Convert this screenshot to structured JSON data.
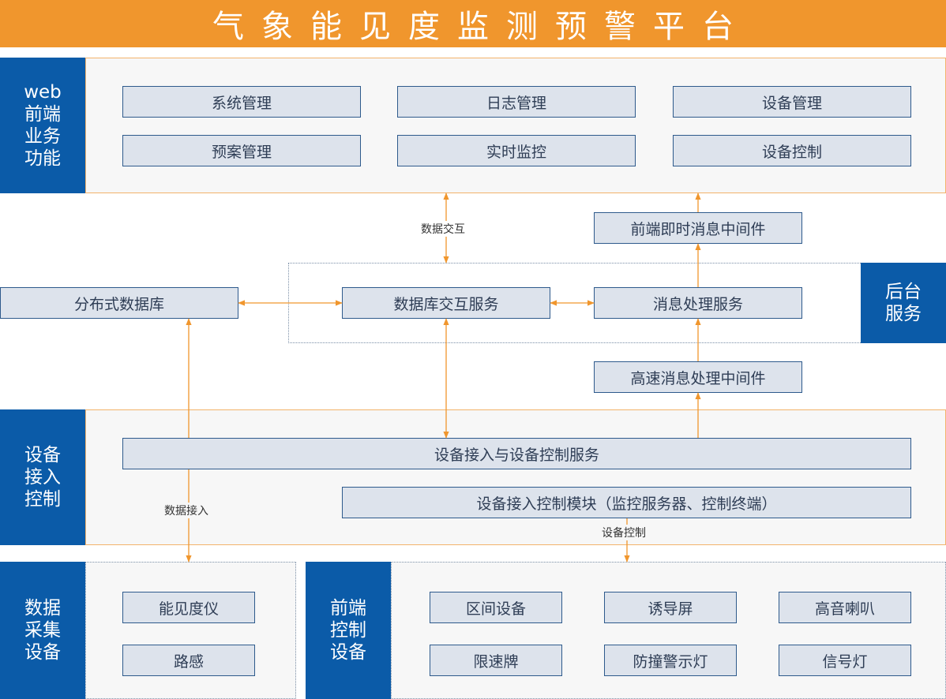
{
  "title": "气象能见度监测预警平台",
  "sections": {
    "web": {
      "label": "web\n前端\n业务\n功能",
      "modules": [
        "系统管理",
        "日志管理",
        "设备管理",
        "预案管理",
        "实时监控",
        "设备控制"
      ]
    },
    "backend": {
      "label": "后台\n服务",
      "database": "分布式数据库",
      "db_service": "数据库交互服务",
      "msg_service": "消息处理服务",
      "front_mw": "前端即时消息中间件",
      "high_mw": "高速消息处理中间件"
    },
    "access": {
      "label": "设备\n接入\n控制",
      "service": "设备接入与设备控制服务",
      "module": "设备接入控制模块（监控服务器、控制终端）"
    },
    "collect": {
      "label": "数据\n采集\n设备",
      "devices": [
        "能见度仪",
        "路感"
      ]
    },
    "frontend_devices": {
      "label": "前端\n控制\n设备",
      "devices": [
        "区间设备",
        "诱导屏",
        "高音喇叭",
        "限速牌",
        "防撞警示灯",
        "信号灯"
      ]
    }
  },
  "edge_labels": {
    "data_exchange": "数据交互",
    "data_access": "数据接入",
    "device_control": "设备控制"
  },
  "colors": {
    "title_bg": "#f0962d",
    "label_bg": "#0b5ba8",
    "box_fill": "#dde3ec",
    "box_border": "#2e5a8c",
    "arrow": "#f0962d"
  }
}
